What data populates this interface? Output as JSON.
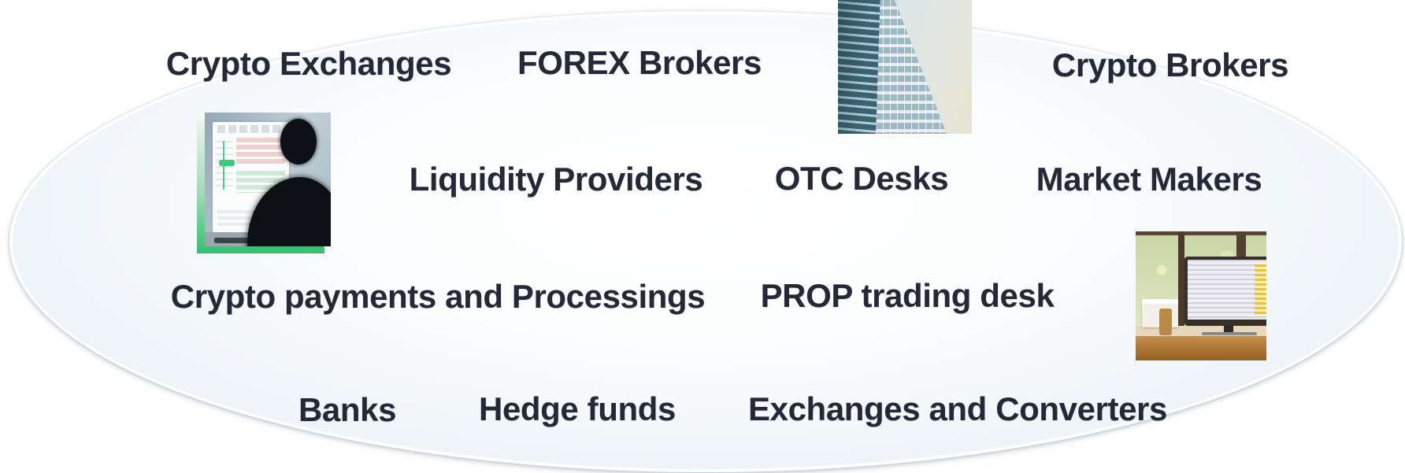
{
  "labels": [
    {
      "text": "Crypto Exchanges"
    },
    {
      "text": "FOREX Brokers"
    },
    {
      "text": "Crypto Brokers"
    },
    {
      "text": "Liquidity Providers"
    },
    {
      "text": "OTC Desks"
    },
    {
      "text": "Market Makers"
    },
    {
      "text": "Crypto payments and Processings"
    },
    {
      "text": "PROP trading desk"
    },
    {
      "text": "Banks"
    },
    {
      "text": "Hedge funds"
    },
    {
      "text": "Exchanges and Converters"
    }
  ],
  "images": [
    {
      "name": "trader-terminal-photo",
      "description": "silhouette of a person at a crypto trading terminal with green accent edge"
    },
    {
      "name": "skyscraper-photo",
      "description": "glass skyscraper viewed from below against a pale sky"
    },
    {
      "name": "office-desk-photo",
      "description": "sunlit office desk with a monitor showing a trading dashboard"
    }
  ],
  "colors": {
    "label_text": "#232936",
    "accent_green": "#2ec36d",
    "ellipse_edge": "#e3edf3",
    "ellipse_rim": "#ffffff"
  }
}
